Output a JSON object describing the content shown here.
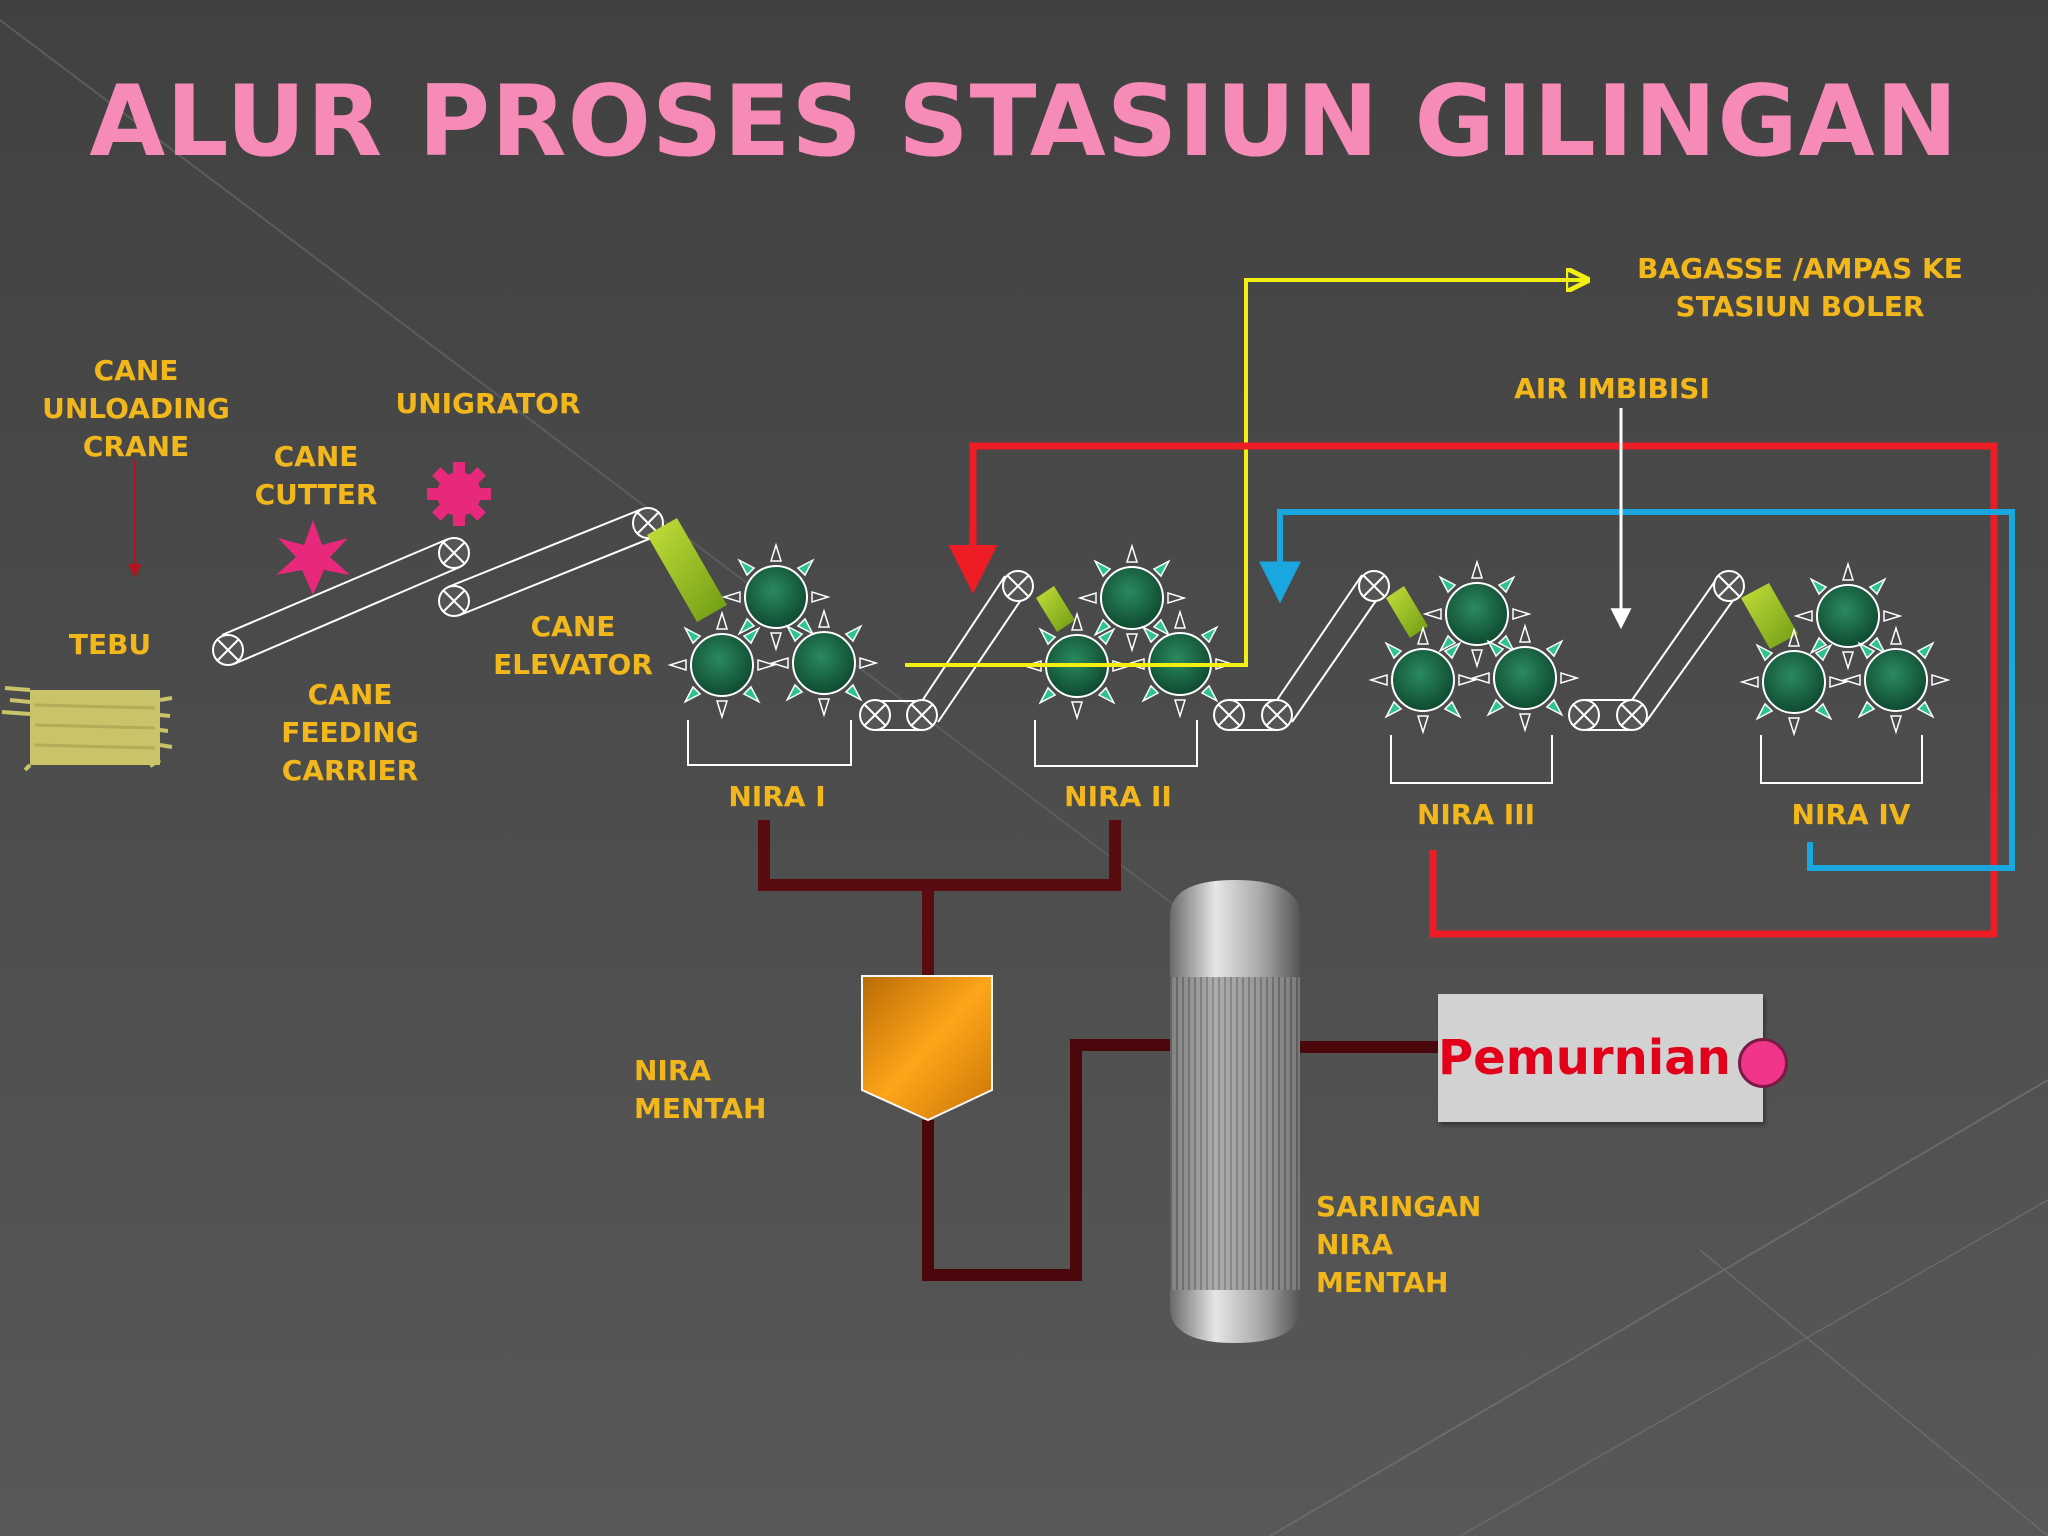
{
  "slide": {
    "title": "ALUR PROSES STASIUN GILINGAN"
  },
  "labels": {
    "cane_unloading_crane": "CANE\nUNLOADING\nCRANE",
    "tebu": "TEBU",
    "cane_cutter": "CANE\nCUTTER",
    "unigrator": "UNIGRATOR",
    "cane_feeding_carrier": "CANE\nFEEDING\nCARRIER",
    "cane_elevator": "CANE\nELEVATOR",
    "nira_1": "NIRA I",
    "nira_2": "NIRA II",
    "nira_3": "NIRA III",
    "nira_4": "NIRA IV",
    "bagasse": "BAGASSE /AMPAS KE\nSTASIUN BOLER",
    "air_imbibisi": "AIR IMBIBISI",
    "nira_mentah": "NIRA\nMENTAH",
    "saringan_nira_mentah": "SARINGAN\nNIRA\nMENTAH",
    "pemurnian": "Pemurnian"
  },
  "colors": {
    "title": "#f78bb8",
    "label": "#f2b81b",
    "bagasse_line": "#f4ef13",
    "imbibition_return_line": "#ee1c25",
    "water_line": "#1aa7e0",
    "juice_pipe": "#5a0b0f",
    "roller": "#1a6b48",
    "pemurnian_text": "#e3001b"
  }
}
